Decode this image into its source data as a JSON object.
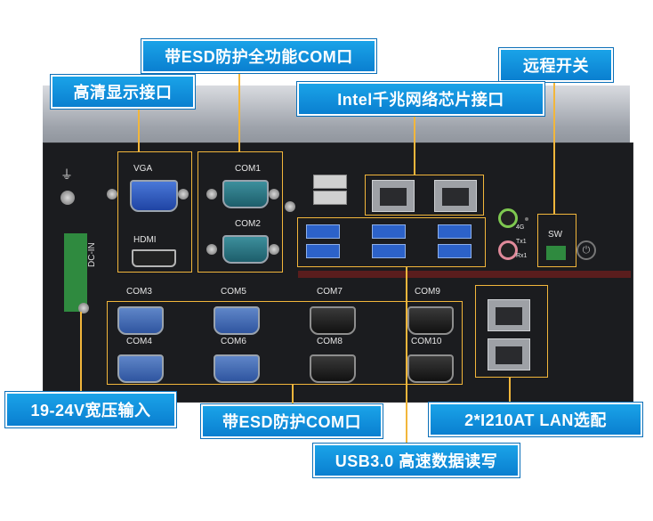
{
  "callouts": {
    "esd_full_com": "带ESD防护全功能COM口",
    "hd_display": "高清显示接口",
    "remote_switch": "远程开关",
    "intel_lan": "Intel千兆网络芯片接口",
    "power_input": "19-24V宽压输入",
    "esd_com": "带ESD防护COM口",
    "optional_lan": "2*I210AT  LAN选配",
    "usb3": "USB3.0 高速数据读写"
  },
  "ports": {
    "vga": "VGA",
    "hdmi": "HDMI",
    "com1": "COM1",
    "com2": "COM2",
    "com3": "COM3",
    "com4": "COM4",
    "com5": "COM5",
    "com6": "COM6",
    "com7": "COM7",
    "com8": "COM8",
    "com9": "COM9",
    "com10": "COM10",
    "dc_in": "DC-IN",
    "sw": "SW",
    "led_4g": "4G",
    "led_tx1": "Tx1",
    "led_rx1": "Rx1"
  },
  "colors": {
    "callout_bg": "#1aa3e8",
    "highlight": "#f2b63b",
    "chassis": "#1b1c1f"
  }
}
